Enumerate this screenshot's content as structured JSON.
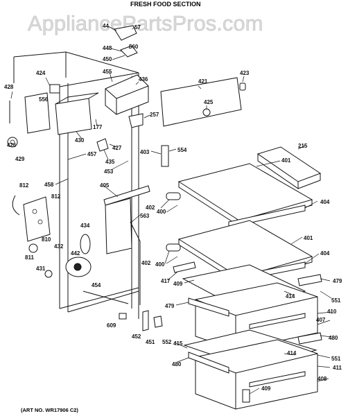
{
  "title": "FRESH FOOD SECTION",
  "watermark": "AppliancePartsPros.com",
  "art_number": "(ART NO. WR17906 C2)",
  "part_labels": [
    "44",
    "57",
    "448",
    "560",
    "450",
    "424",
    "455",
    "436",
    "421",
    "423",
    "428",
    "556",
    "257",
    "425",
    "430",
    "177",
    "426",
    "429",
    "427",
    "435",
    "403",
    "554",
    "457",
    "215",
    "453",
    "458",
    "401",
    "812",
    "405",
    "402",
    "400",
    "404",
    "563",
    "434",
    "812",
    "810",
    "432",
    "811",
    "431",
    "442",
    "401",
    "402",
    "400",
    "404",
    "417",
    "409",
    "479",
    "414",
    "551",
    "454",
    "479",
    "410",
    "407",
    "609",
    "452",
    "451",
    "552",
    "415",
    "414",
    "480",
    "480",
    "411",
    "551",
    "408",
    "409"
  ]
}
